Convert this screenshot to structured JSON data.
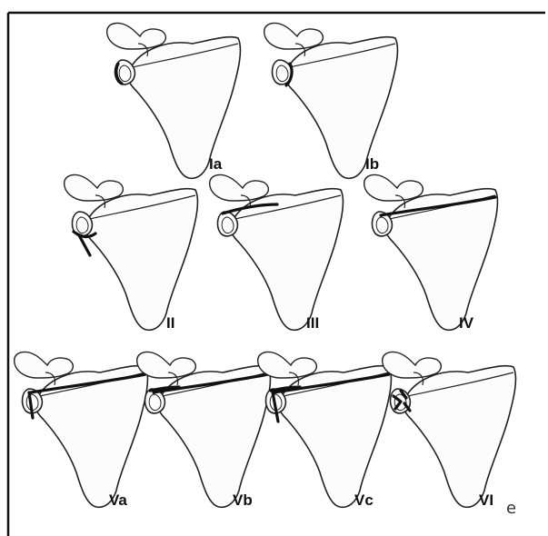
{
  "figure": {
    "panels": [
      {
        "id": "Ia",
        "label": "Ia",
        "fracture": "glenoid-rim-anterior"
      },
      {
        "id": "Ib",
        "label": "Ib",
        "fracture": "glenoid-rim-posterior"
      },
      {
        "id": "II",
        "label": "II",
        "fracture": "glenoid-inferior"
      },
      {
        "id": "III",
        "label": "III",
        "fracture": "glenoid-superior"
      },
      {
        "id": "IV",
        "label": "IV",
        "fracture": "transverse-to-medial-border"
      },
      {
        "id": "Va",
        "label": "Va",
        "fracture": "combination-II-IV"
      },
      {
        "id": "Vb",
        "label": "Vb",
        "fracture": "combination-III-IV"
      },
      {
        "id": "Vc",
        "label": "Vc",
        "fracture": "combination-II-III-IV"
      },
      {
        "id": "VI",
        "label": "VI",
        "fracture": "comminuted-glenoid"
      }
    ],
    "corner_mark": "e",
    "colors": {
      "line": "#222222",
      "fill": "#fcfcfc",
      "fracture": "#111111",
      "frame": "#111111"
    }
  }
}
